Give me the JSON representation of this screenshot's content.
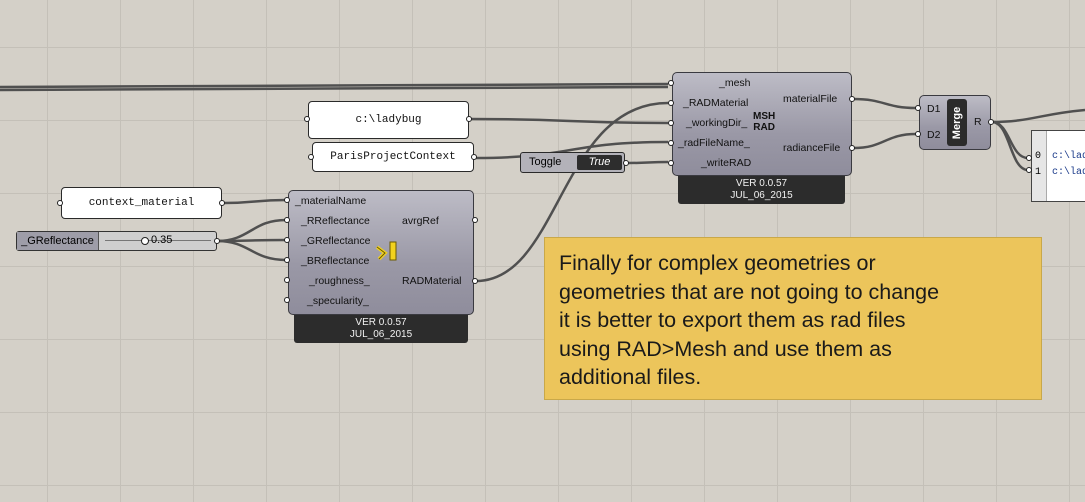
{
  "panels": {
    "context_material": "context_material",
    "path": "c:\\ladybug",
    "project": "ParisProjectContext"
  },
  "slider": {
    "name": "_GReflectance",
    "value": "0.35"
  },
  "toggle": {
    "label": "Toggle",
    "state": "True"
  },
  "rad_material": {
    "inputs": [
      "_materialName",
      "_RReflectance",
      "_GReflectance",
      "_BReflectance",
      "_roughness_",
      "_specularity_"
    ],
    "outputs": [
      "avrgRef",
      "RADMaterial"
    ],
    "version": "VER 0.0.57",
    "date": "JUL_06_2015"
  },
  "mesh_to_rad": {
    "inputs": [
      "_mesh",
      "_RADMaterial",
      "_workingDir_",
      "_radFileName_",
      "_writeRAD"
    ],
    "outputs": [
      "materialFile",
      "radianceFile"
    ],
    "icon_line1": "MSH",
    "icon_line2": "RAD",
    "version": "VER 0.0.57",
    "date": "JUL_06_2015"
  },
  "merge": {
    "inputs": [
      "D1",
      "D2"
    ],
    "title": "Merge",
    "output": "R"
  },
  "output_panel": {
    "rows": [
      "0",
      "1"
    ],
    "values": [
      "c:\\lad",
      "c:\\lad"
    ]
  },
  "note": {
    "lines": [
      "Finally for complex geometries or",
      "geometries that are not going to change",
      "it is better to export them as rad files",
      "using RAD>Mesh and use them as",
      "additional files."
    ]
  },
  "colors": {
    "canvas": "#d4d0c8",
    "note": "#ecc55b",
    "component": "#a8a7b3",
    "wire": "#555555"
  }
}
